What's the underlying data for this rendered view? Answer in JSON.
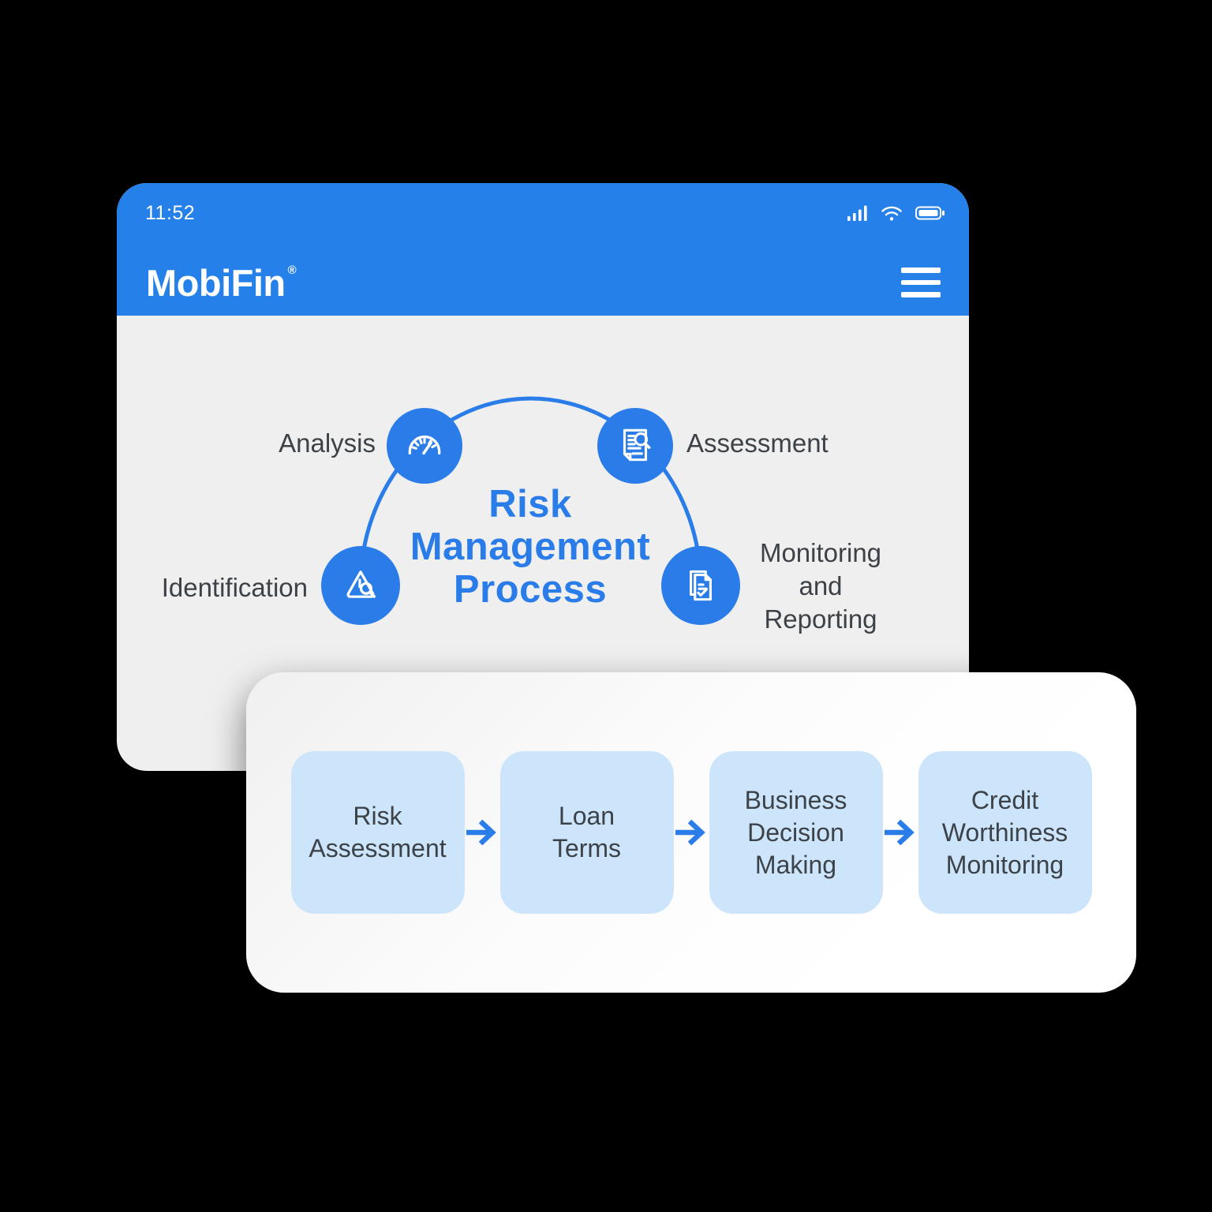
{
  "status_bar": {
    "time": "11:52",
    "icons": [
      "cellular-signal-icon",
      "wifi-icon",
      "battery-icon"
    ]
  },
  "header": {
    "logo_text": "MobiFin",
    "trademark": "®",
    "menu_icon": "hamburger-menu-icon"
  },
  "diagram": {
    "title_lines": [
      "Risk",
      "Management",
      "Process"
    ],
    "nodes": [
      {
        "label": "Analysis",
        "icon": "gauge-icon"
      },
      {
        "label": "Assessment",
        "icon": "document-magnifier-icon"
      },
      {
        "label": "Identification",
        "icon": "warning-magnifier-icon"
      },
      {
        "label": "Monitoring and Reporting",
        "icon": "report-check-icon"
      }
    ]
  },
  "flow": {
    "steps": [
      "Risk Assessment",
      "Loan Terms",
      "Business Decision Making",
      "Credit Worthiness Monitoring"
    ]
  },
  "colors": {
    "primary_blue": "#2A7DE8",
    "header_blue": "#2581E9",
    "card_gray": "#EFEFEF",
    "step_blue": "#CCE5FB",
    "text_dark": "#3C4247",
    "white": "#FFFFFF",
    "canvas_black": "#000000"
  }
}
